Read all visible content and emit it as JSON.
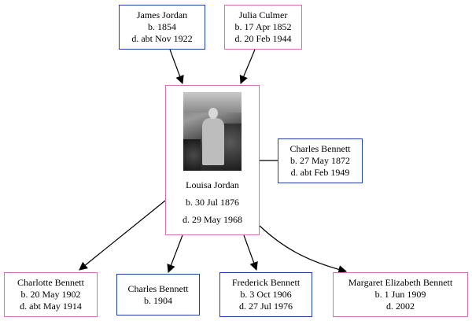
{
  "parents": {
    "father": {
      "name": "James Jordan",
      "born": "b. 1854",
      "died": "d. abt Nov 1922"
    },
    "mother": {
      "name": "Julia Culmer",
      "born": "b. 17 Apr 1852",
      "died": "d. 20 Feb 1944"
    }
  },
  "subject": {
    "name": "Louisa Jordan",
    "born": "b. 30 Jul 1876",
    "died": "d. 29 May 1968"
  },
  "spouse": {
    "name": "Charles Bennett",
    "born": "b. 27 May 1872",
    "died": "d. abt Feb 1949"
  },
  "children": [
    {
      "name": "Charlotte Bennett",
      "born": "b. 20 May 1902",
      "died": "d. abt May 1914"
    },
    {
      "name": "Charles Bennett",
      "born": "b. 1904"
    },
    {
      "name": "Frederick Bennett",
      "born": "b. 3 Oct 1906",
      "died": "d. 27 Jul 1976"
    },
    {
      "name": "Margaret Elizabeth Bennett",
      "born": "b. 1 Jun 1909",
      "died": "d. 2002"
    }
  ],
  "colors": {
    "male_border": "#1f3fb0",
    "female_border": "#d56fb5",
    "edge": "#000000"
  }
}
